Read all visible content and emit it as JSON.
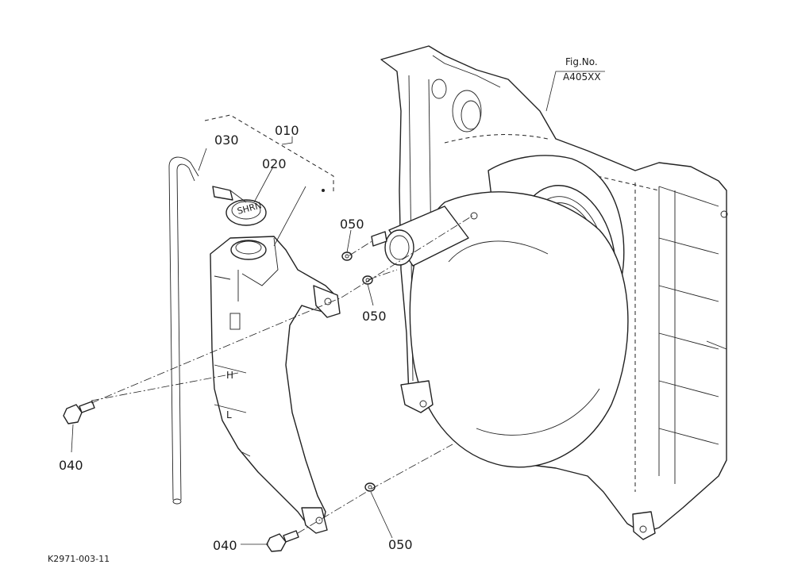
{
  "labels": {
    "fig_no": "Fig.No.",
    "fig_code": "A405XX",
    "assembly": "010",
    "cap": "020",
    "hose": "030",
    "bolt_left": "040",
    "bolt_bottom": "040",
    "washer_top": "050",
    "washer_mid": "050",
    "washer_bottom": "050",
    "tank_high_mark": "H",
    "tank_low_mark": "L",
    "cap_marking": "SHRN",
    "drawing_code": "K2971-003-11"
  }
}
